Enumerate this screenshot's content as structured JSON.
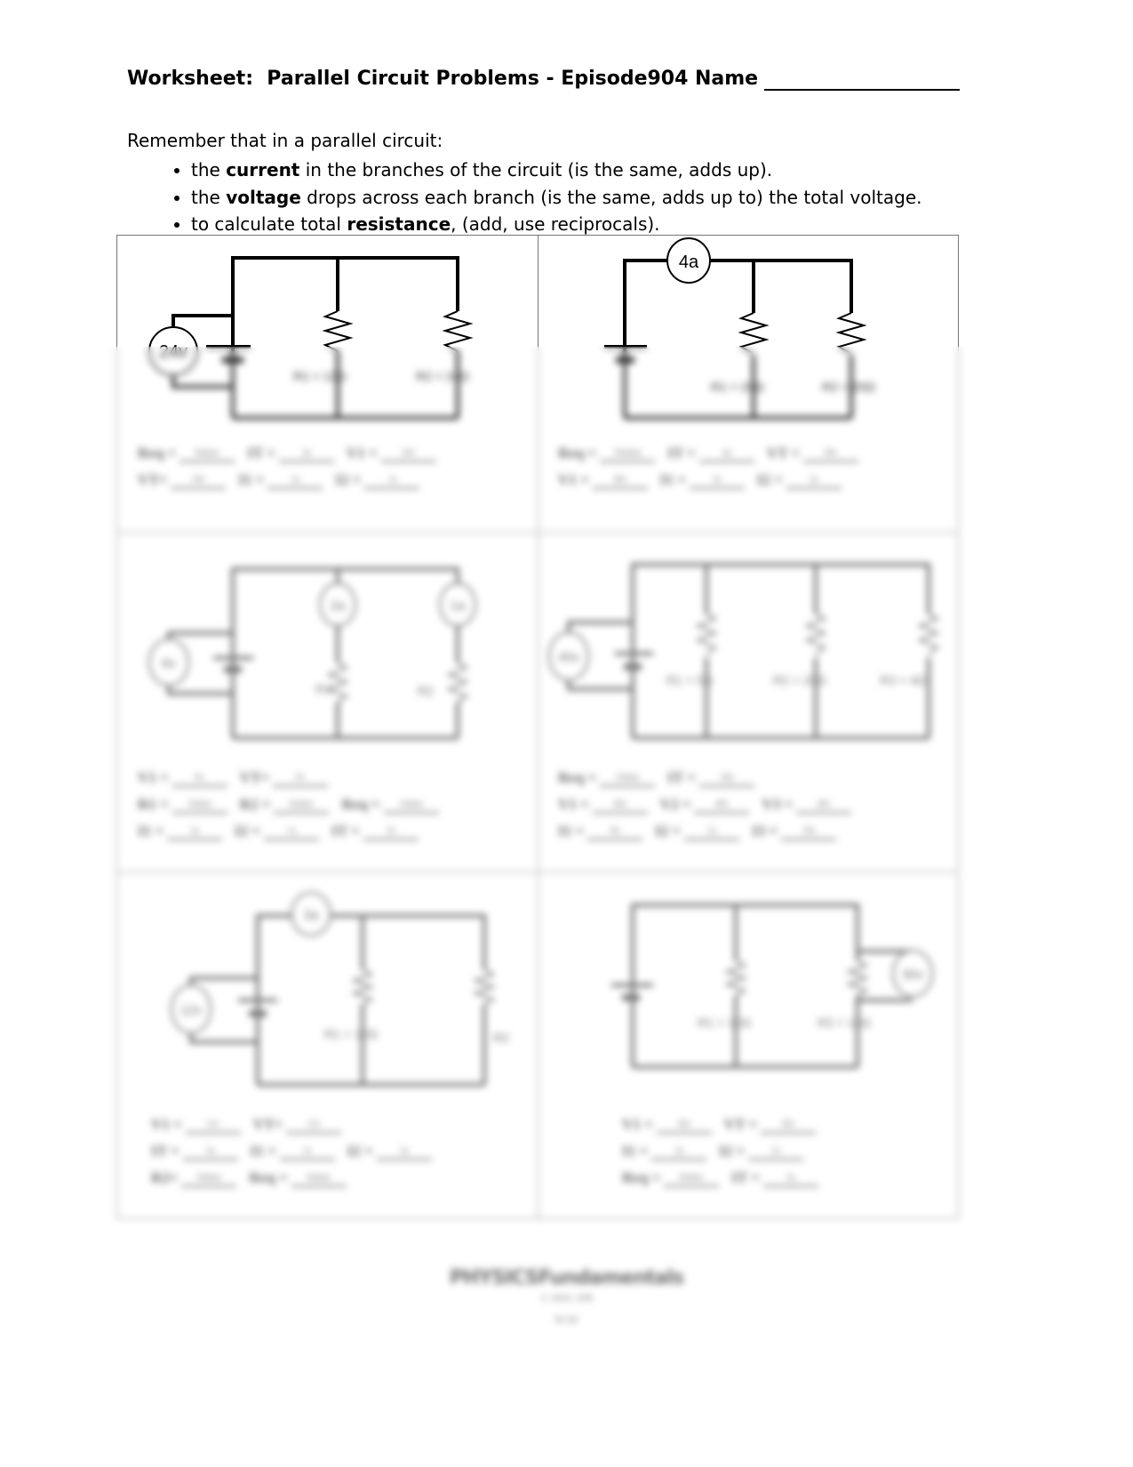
{
  "header": {
    "title": "Worksheet:  Parallel Circuit Problems - Episode904",
    "name_label": "Name"
  },
  "intro": {
    "lead": "Remember that in a parallel circuit:",
    "bullets": [
      {
        "pre": "the ",
        "bold": "current",
        "post": " in the branches of the circuit (is the same, adds up)."
      },
      {
        "pre": "the ",
        "bold": "voltage",
        "post": " drops across each branch (is the same, adds up to) the total voltage."
      },
      {
        "pre": "to calculate total ",
        "bold": "resistance",
        "post": ", (add, use reciprocals)."
      }
    ]
  },
  "problems": [
    {
      "meters": [
        "24v"
      ],
      "resistors": [
        "R1 = 12Ω",
        "R2 = 24Ω"
      ],
      "rows": [
        [
          {
            "label": "Req =",
            "value": "8ohms"
          },
          {
            "label": "IT =",
            "value": "3a"
          },
          {
            "label": "V1 =",
            "value": "24v"
          }
        ],
        [
          {
            "label": "VT=",
            "value": "24v"
          },
          {
            "label": "I1 =",
            "value": "2a"
          },
          {
            "label": "I2 =",
            "value": "1a"
          }
        ]
      ]
    },
    {
      "meters": [
        "4a"
      ],
      "resistors": [
        "R1 = 20Ω",
        "R2 = 20Ω"
      ],
      "rows": [
        [
          {
            "label": "Req =",
            "value": "10ohms"
          },
          {
            "label": "IT =",
            "value": "4a"
          },
          {
            "label": "VT =",
            "value": "40v"
          }
        ],
        [
          {
            "label": "V1 =",
            "value": "40v"
          },
          {
            "label": "I1 =",
            "value": "2a"
          },
          {
            "label": "I2 =",
            "value": "2a"
          }
        ]
      ]
    },
    {
      "meters": [
        "6v",
        "2a",
        "1a"
      ],
      "resistors": [
        "R1",
        "R2"
      ],
      "rows": [
        [
          {
            "label": "V1 =",
            "value": "6v"
          },
          {
            "label": "VT=",
            "value": "6v"
          }
        ],
        [
          {
            "label": "R1 =",
            "value": "3ohms"
          },
          {
            "label": "R2 =",
            "value": "6ohms"
          },
          {
            "label": "Req =",
            "value": "2ohms"
          }
        ],
        [
          {
            "label": "I1 =",
            "value": "2a"
          },
          {
            "label": "I2 =",
            "value": "1a"
          },
          {
            "label": "IT =",
            "value": "3a"
          }
        ]
      ]
    },
    {
      "meters": [
        "40v"
      ],
      "resistors": [
        "R1 = 5Ω",
        "R2 = 20Ω",
        "R3 = 4Ω"
      ],
      "rows": [
        [
          {
            "label": "Req =",
            "value": "2ohms"
          },
          {
            "label": "IT =",
            "value": "20a"
          }
        ],
        [
          {
            "label": "V1 =",
            "value": "40v"
          },
          {
            "label": "V2 =",
            "value": "40v"
          },
          {
            "label": "V3 =",
            "value": "40v"
          }
        ],
        [
          {
            "label": "I1 =",
            "value": "8a"
          },
          {
            "label": "I2 =",
            "value": "2a"
          },
          {
            "label": "I3 =",
            "value": "10a"
          }
        ]
      ]
    },
    {
      "meters": [
        "12v",
        "3a"
      ],
      "resistors": [
        "R1 = 12Ω",
        "R2"
      ],
      "rows": [
        [
          {
            "label": "V1 =",
            "value": "12v"
          },
          {
            "label": "VT=",
            "value": "12v"
          }
        ],
        [
          {
            "label": "IT =",
            "value": "3a"
          },
          {
            "label": "I1 =",
            "value": "1a"
          },
          {
            "label": "I2 =",
            "value": "2a"
          }
        ],
        [
          {
            "label": "R2=",
            "value": "6ohms"
          },
          {
            "label": "Req =",
            "value": "4ohms"
          }
        ]
      ]
    },
    {
      "meters": [
        "30v"
      ],
      "resistors": [
        "R1 = 10Ω",
        "R2 = 15Ω"
      ],
      "rows": [
        [
          {
            "label": "V1 =",
            "value": "30v"
          },
          {
            "label": "VT =",
            "value": "30v"
          }
        ],
        [
          {
            "label": "I1 =",
            "value": "3a"
          },
          {
            "label": "I2 =",
            "value": "2a"
          }
        ],
        [
          {
            "label": "Req =",
            "value": "6ohms"
          },
          {
            "label": "IT =",
            "value": "5a"
          }
        ]
      ]
    }
  ],
  "footer": {
    "brand": "PHYSICSFundamentals",
    "copyright": "© 2004, GPB",
    "page": "9-14"
  }
}
